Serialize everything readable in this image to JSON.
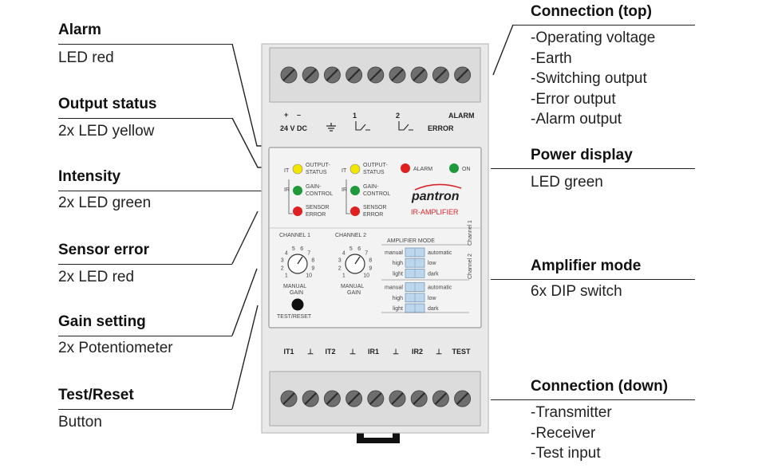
{
  "callouts_left": [
    {
      "title": "Alarm",
      "sub": "LED red"
    },
    {
      "title": "Output status",
      "sub": "2x LED yellow"
    },
    {
      "title": "Intensity",
      "sub": "2x LED green"
    },
    {
      "title": "Sensor error",
      "sub": "2x LED red"
    },
    {
      "title": "Gain setting",
      "sub": "2x Potentiometer"
    },
    {
      "title": "Test/Reset",
      "sub": "Button"
    }
  ],
  "callouts_right": {
    "connection_top": {
      "title": "Connection (top)",
      "items": [
        "-Operating voltage",
        "-Earth",
        "-Switching output",
        "-Error output",
        "-Alarm output"
      ]
    },
    "power_display": {
      "title": "Power display",
      "sub": "LED green"
    },
    "amplifier_mode": {
      "title": "Amplifier mode",
      "sub": "6x DIP switch"
    },
    "connection_down": {
      "title": "Connection (down)",
      "items": [
        "-Transmitter",
        "-Receiver",
        "-Test input"
      ]
    }
  },
  "device": {
    "top_markings": {
      "plus": "+",
      "minus": "–",
      "volt": "24 V DC",
      "one": "1",
      "two": "2",
      "alarm": "ALARM",
      "error": "ERROR"
    },
    "bottom_markings": [
      "IT1",
      "⊥",
      "IT2",
      "⊥",
      "IR1",
      "⊥",
      "IR2",
      "⊥",
      "TEST"
    ],
    "leds": {
      "output_status": "OUTPUT-\nSTATUS",
      "gain_control": "GAIN-\nCONTROL",
      "sensor_error": "SENSOR\nERROR",
      "alarm": "ALARM",
      "on": "ON",
      "it": "IT",
      "ir": "IR"
    },
    "brand": "pantron",
    "model": "IR-AMPLIFIER",
    "channel_1": "CHANNEL 1",
    "channel_2": "CHANNEL 2",
    "amplifier_mode_label": "AMPLIFIER MODE",
    "dial_scale": [
      "1",
      "2",
      "3",
      "4",
      "5",
      "6",
      "7",
      "8",
      "9",
      "10"
    ],
    "manual_gain_1": "MANUAL",
    "manual_gain_2": "GAIN",
    "test_reset": "TEST/RESET",
    "dip_rows": [
      {
        "left": "manual",
        "right": "automatic"
      },
      {
        "left": "high",
        "right": "low"
      },
      {
        "left": "light",
        "right": "dark"
      },
      {
        "left": "manual",
        "right": "automatic"
      },
      {
        "left": "high",
        "right": "low"
      },
      {
        "left": "light",
        "right": "dark"
      }
    ],
    "dip_side_1": "Channel 1",
    "dip_side_2": "Channel 2"
  },
  "colors": {
    "led_yellow": "#f2e600",
    "led_green": "#1e9a3a",
    "led_red": "#e02020",
    "brand_red": "#d8262c",
    "dip_blue": "#bcd6ee"
  }
}
